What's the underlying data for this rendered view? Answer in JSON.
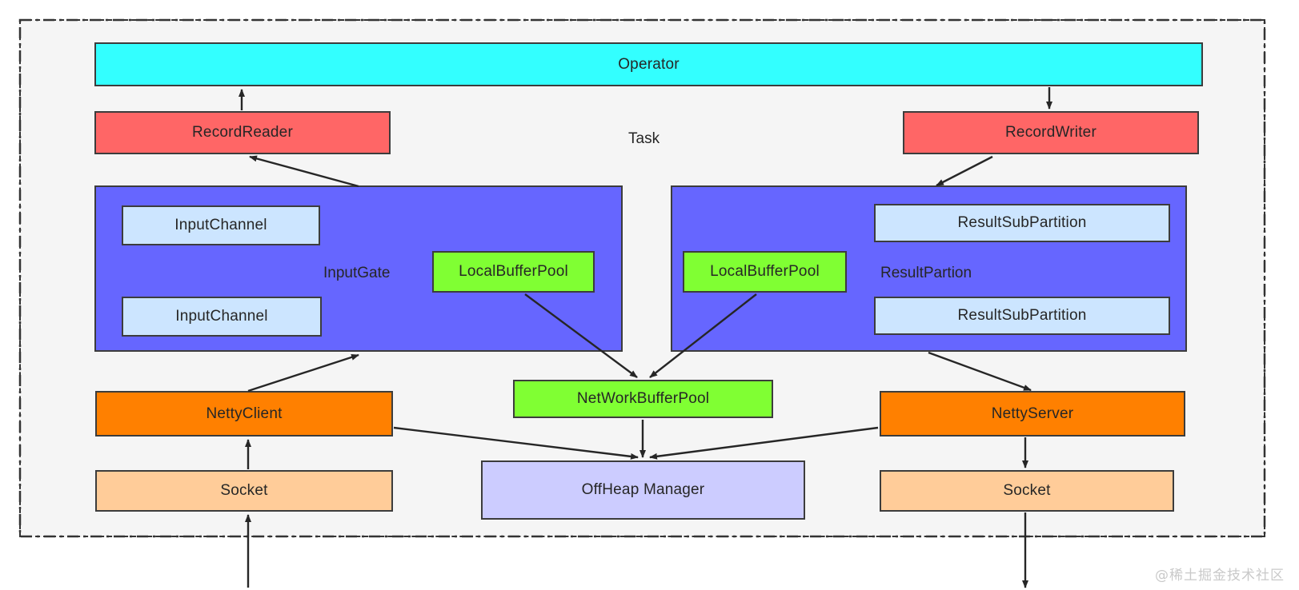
{
  "diagram": {
    "title_label": "Task",
    "watermark": "@稀土掘金技术社区",
    "colors": {
      "operator": "#33ffff",
      "record": "#ff6666",
      "gate": "#6666ff",
      "channel": "#cce5ff",
      "bufferpool": "#80ff33",
      "netty": "#ff8000",
      "socket": "#ffcc99",
      "offheap": "#ccccff",
      "background": "#f5f5f5",
      "stroke": "#3c3c3c",
      "arrow": "#262626"
    },
    "nodes": {
      "operator": "Operator",
      "record_reader": "RecordReader",
      "record_writer": "RecordWriter",
      "input_gate": "InputGate",
      "result_partition": "ResultPartion",
      "input_channel_1": "InputChannel",
      "input_channel_2": "InputChannel",
      "result_subpartition_1": "ResultSubPartition",
      "result_subpartition_2": "ResultSubPartition",
      "local_buffer_pool_left": "LocalBufferPool",
      "local_buffer_pool_right": "LocalBufferPool",
      "network_buffer_pool": "NetWorkBufferPool",
      "netty_client": "NettyClient",
      "netty_server": "NettyServer",
      "socket_left": "Socket",
      "socket_right": "Socket",
      "offheap_manager": "OffHeap Manager"
    }
  }
}
